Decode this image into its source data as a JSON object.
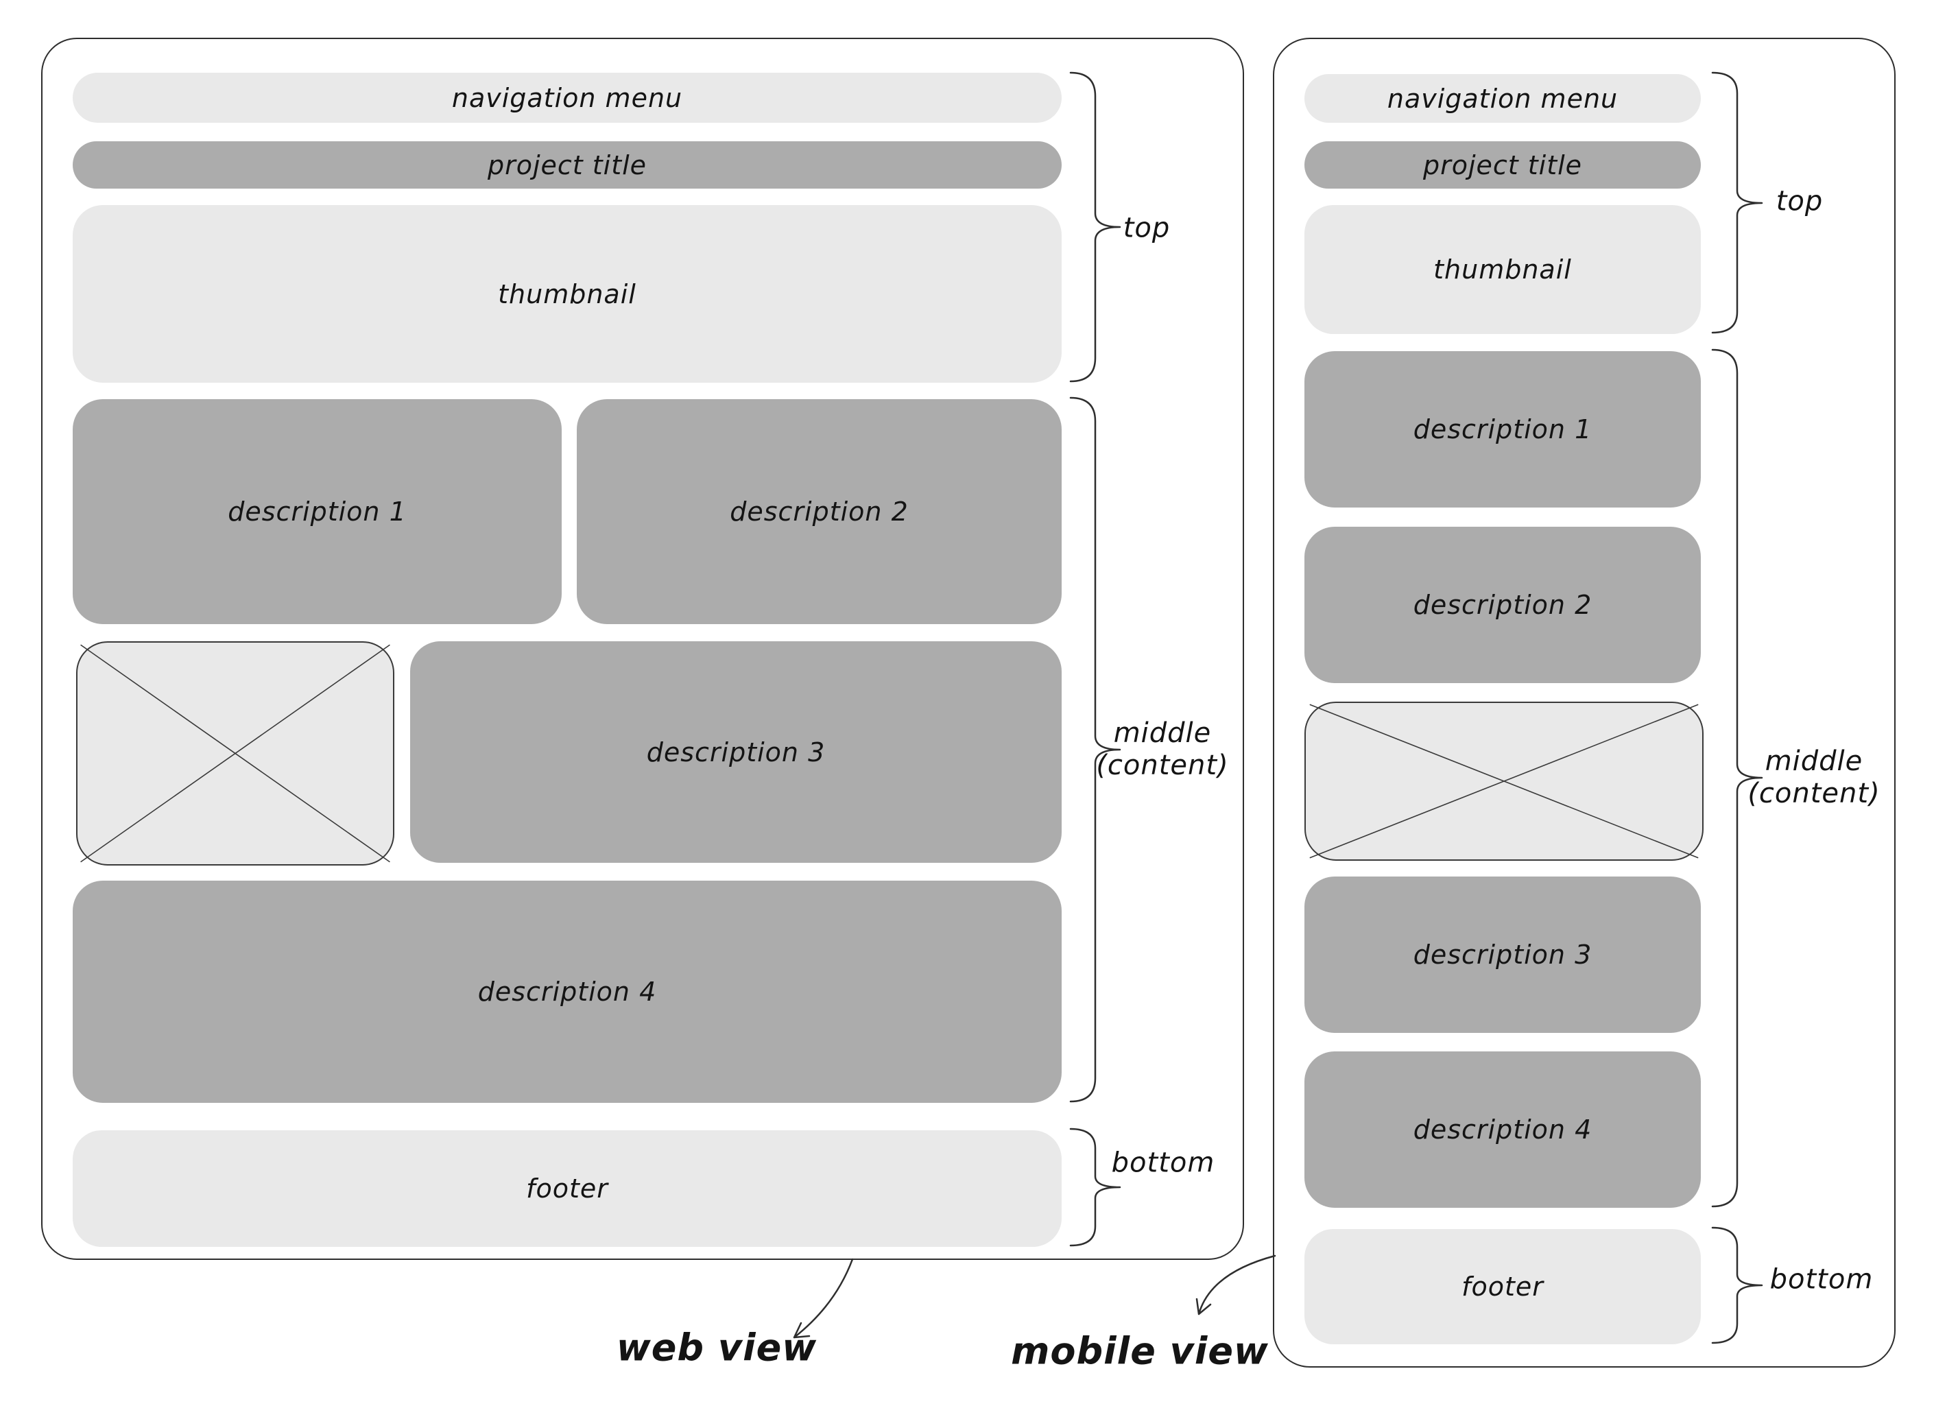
{
  "colors": {
    "canvas": "#ffffff",
    "block_light": "#e9e9e9",
    "block_dark": "#acacac",
    "stroke": "#2e2e2e",
    "text": "#141414"
  },
  "web_view": {
    "caption": "web view",
    "blocks": {
      "nav": "navigation menu",
      "project_title": "project title",
      "thumbnail": "thumbnail",
      "desc1": "description 1",
      "desc2": "description 2",
      "desc3": "description 3",
      "desc4": "description 4",
      "footer": "footer"
    },
    "annotations": {
      "top": "top",
      "middle_line1": "middle",
      "middle_line2": "(content)",
      "bottom": "bottom"
    }
  },
  "mobile_view": {
    "caption": "mobile view",
    "blocks": {
      "nav": "navigation menu",
      "project_title": "project title",
      "thumbnail": "thumbnail",
      "desc1": "description 1",
      "desc2": "description 2",
      "desc3": "description 3",
      "desc4": "description 4",
      "footer": "footer"
    },
    "annotations": {
      "top": "top",
      "middle_line1": "middle",
      "middle_line2": "(content)",
      "bottom": "bottom"
    }
  }
}
